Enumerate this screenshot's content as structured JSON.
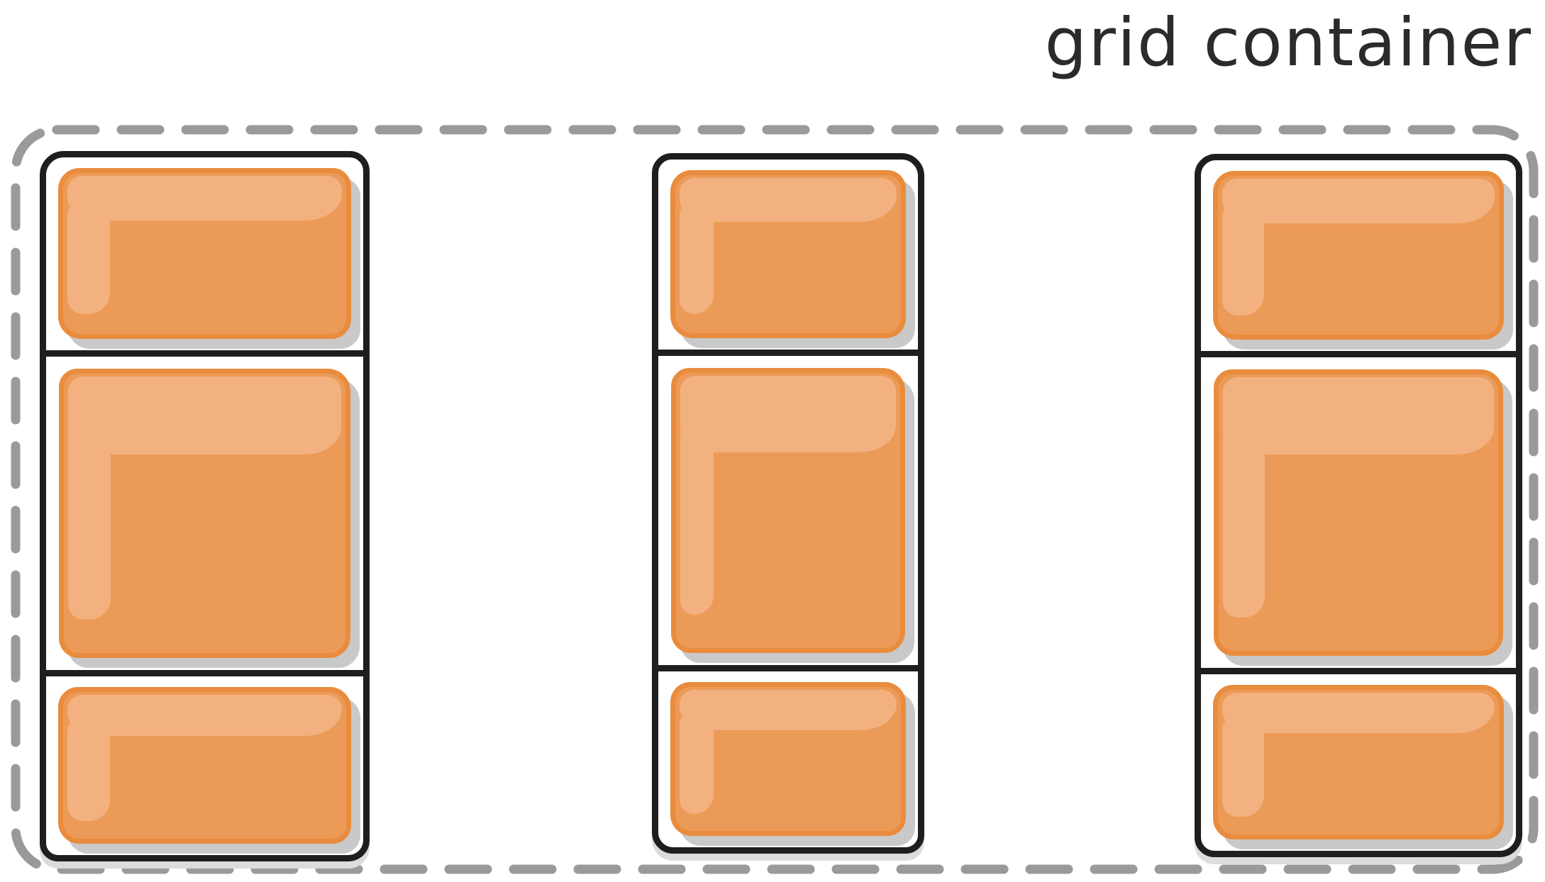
{
  "title": "grid container",
  "colors": {
    "page-bg": "#FFFFFF",
    "title-color": "#2B2B2B",
    "dash-color": "#9A9A9A",
    "outline-color": "#201D1E",
    "column-bg": "#FFFFFF",
    "column-shadow": "#DCDCDC",
    "item-fill": "#EC9A57",
    "item-highlight": "#F3B17F",
    "item-border": "#E98C3D",
    "item-shadow": "#C9C9C9"
  },
  "grid": {
    "columns": [
      {
        "id": "grid-column-1",
        "items": [
          {
            "size": "small"
          },
          {
            "size": "large"
          },
          {
            "size": "small"
          }
        ]
      },
      {
        "id": "grid-column-2",
        "items": [
          {
            "size": "small"
          },
          {
            "size": "large"
          },
          {
            "size": "small"
          }
        ]
      },
      {
        "id": "grid-column-3",
        "items": [
          {
            "size": "small"
          },
          {
            "size": "large"
          },
          {
            "size": "small"
          }
        ]
      }
    ]
  }
}
